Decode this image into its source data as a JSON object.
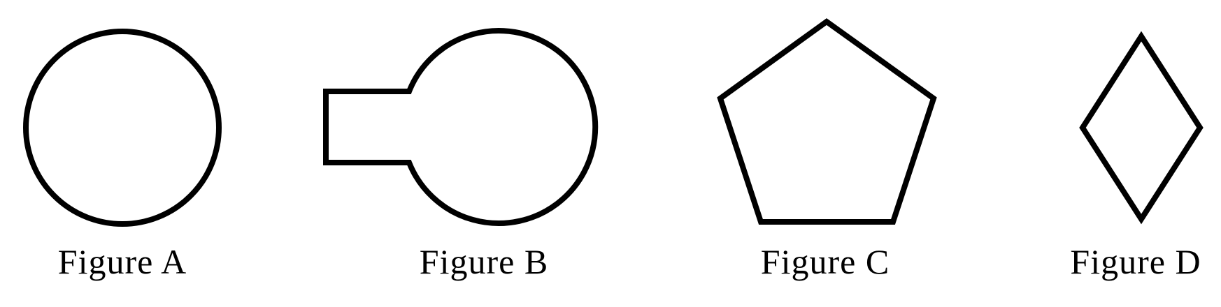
{
  "figures": [
    {
      "id": "A",
      "caption": "Figure A",
      "shape": "circle"
    },
    {
      "id": "B",
      "caption": "Figure B",
      "shape": "keyhole"
    },
    {
      "id": "C",
      "caption": "Figure C",
      "shape": "pentagon"
    },
    {
      "id": "D",
      "caption": "Figure D",
      "shape": "rhombus"
    }
  ],
  "colors": {
    "stroke": "#000000",
    "background": "#ffffff"
  }
}
